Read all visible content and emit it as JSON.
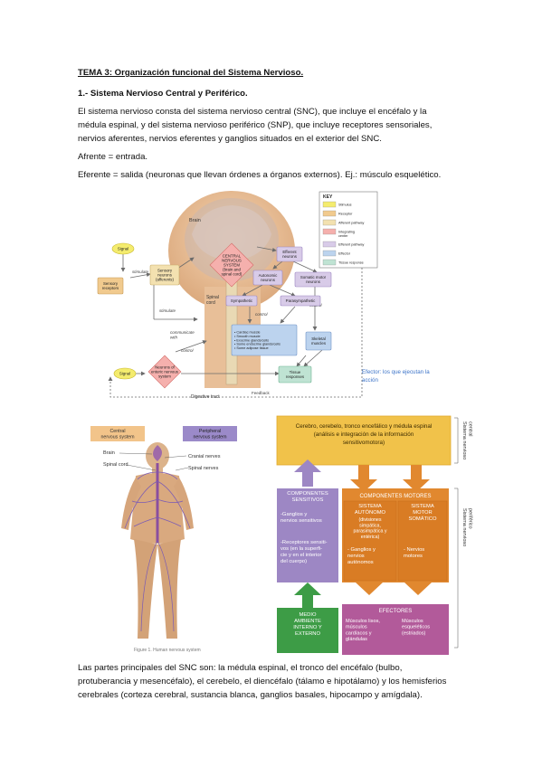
{
  "heading": {
    "title": "TEMA 3: Organización funcional del Sistema Nervioso.",
    "section": "1.- Sistema Nervioso Central y Periférico."
  },
  "paragraphs": {
    "p1_l1": "El sistema nervioso consta del sistema nervioso central (SNC), que incluye el encéfalo y la",
    "p1_l2": "médula espinal, y del sistema nervioso periférico (SNP), que incluye receptores sensoriales,",
    "p1_l3": "nervios aferentes, nervios eferentes y ganglios situados en el exterior del SNC.",
    "p2": "Afrente = entrada.",
    "p3": "Eferente = salida (neuronas que llevan órdenes a órganos externos). Ej.: músculo esquelético.",
    "p4_l1": "Las partes principales del SNC son: la médula espinal, el tronco del encéfalo (bulbo,",
    "p4_l2": "protuberancia y mesencéfalo), el cerebelo, el diencéfalo (tálamo e hipotálamo) y los hemisferios",
    "p4_l3": "cerebrales (corteza cerebral, sustancia blanca, ganglios basales, hipocampo y amígdala)."
  },
  "figure1": {
    "brain_label": "Brain",
    "spinal_label": "Spinal\ncord",
    "digestive_label": "Digestive tract",
    "feedback_label": "Feedback",
    "effector_note_l1": "Efector: los que ejecutan la",
    "effector_note_l2": "acción",
    "nodes": {
      "signal1": "Signal",
      "receptors": "Sensory\nreceptors",
      "sensory": "Sensory\nneurons\n(afferents)",
      "cns": "CENTRAL\nNERVOUS\nSYSTEM\n(brain and\nspinal cord)",
      "efferent": "Efferent\nneurons",
      "autonomic": "Autonomic\nneurons",
      "somatic": "Somatic motor\nneurons",
      "sympathetic": "Sympathetic",
      "parasympathetic": "Parasympathetic",
      "targets": "• Cardiac muscle\n• Smooth muscle\n• Exocrine glands/cells\n• Some endocrine glands/cells\n• Some adipose tissue",
      "skeletal": "Skeletal\nmuscles",
      "signal2": "Signal",
      "enteric": "Neurons of\nenteric nervous\nsystem",
      "tissue": "Tissue\nresponses"
    },
    "arrows": {
      "stimulate1": "stimulate",
      "stimulate2": "stimulate",
      "communicate": "communicate\nwith",
      "control1": "control",
      "control2": "control",
      "control3": "control"
    },
    "key": {
      "title": "KEY",
      "items": [
        {
          "label": "Stimulus",
          "color": "#f4ec6e"
        },
        {
          "label": "Receptor",
          "color": "#f1ca8e"
        },
        {
          "label": "Afferent pathway",
          "color": "#f3e1b0"
        },
        {
          "label": "Integrating\ncenter",
          "color": "#f5b0ad"
        },
        {
          "label": "Efferent pathway",
          "color": "#d8cbe8"
        },
        {
          "label": "Effector",
          "color": "#bcd3ee"
        },
        {
          "label": "Tissue response",
          "color": "#bfe3d3"
        }
      ]
    }
  },
  "figure2": {
    "cns_tag": "Central\nnervous system",
    "pns_tag": "Peripheral\nnervous system",
    "brain": "Brain",
    "spinal": "Spinal cord",
    "cranial": "Cranial nerves",
    "spinal_nerves": "Spinal nerves",
    "caption": "Figure 1. Human nervous system"
  },
  "figure3": {
    "top_l1": "Cerebro, cerebelo, tronco encefálico y médula espinal",
    "top_l2": "(análisis e integración de la información",
    "top_l3": "sensitivomotora)",
    "side_central": "Sistema nervioso\ncentral",
    "side_peripheral": "Sistema nervioso\nperiférico",
    "sens_title": "COMPONENTES\nSENSITIVOS",
    "sens_body1": "-Ganglios y\nnervios sensitivos",
    "sens_body2": "-Receptores sensiti-\nvos (en la superfi-\ncie y en el interior\ndel cuerpo)",
    "motor_title": "COMPONENTES MOTORES",
    "auto_title": "SISTEMA\nAUTÓNOMO",
    "auto_sub": "(divisiones\nsimpática,\nparasimpática y\nentérica)",
    "auto_body": "- Ganglios y\nnervios\nautónomos",
    "soma_title": "SISTEMA\nMOTOR\nSOMÁTICO",
    "soma_body": "- Nervios\nmotores",
    "env": "MEDIO\nAMBIENTE\nINTERNO Y\nEXTERNO",
    "effectors_title": "EFECTORES",
    "eff1": "Músculos lisos,\nmúsculos\ncardíacos y\nglándulas",
    "eff2": "Músculos\nesqueléticos\n(estriados)"
  }
}
